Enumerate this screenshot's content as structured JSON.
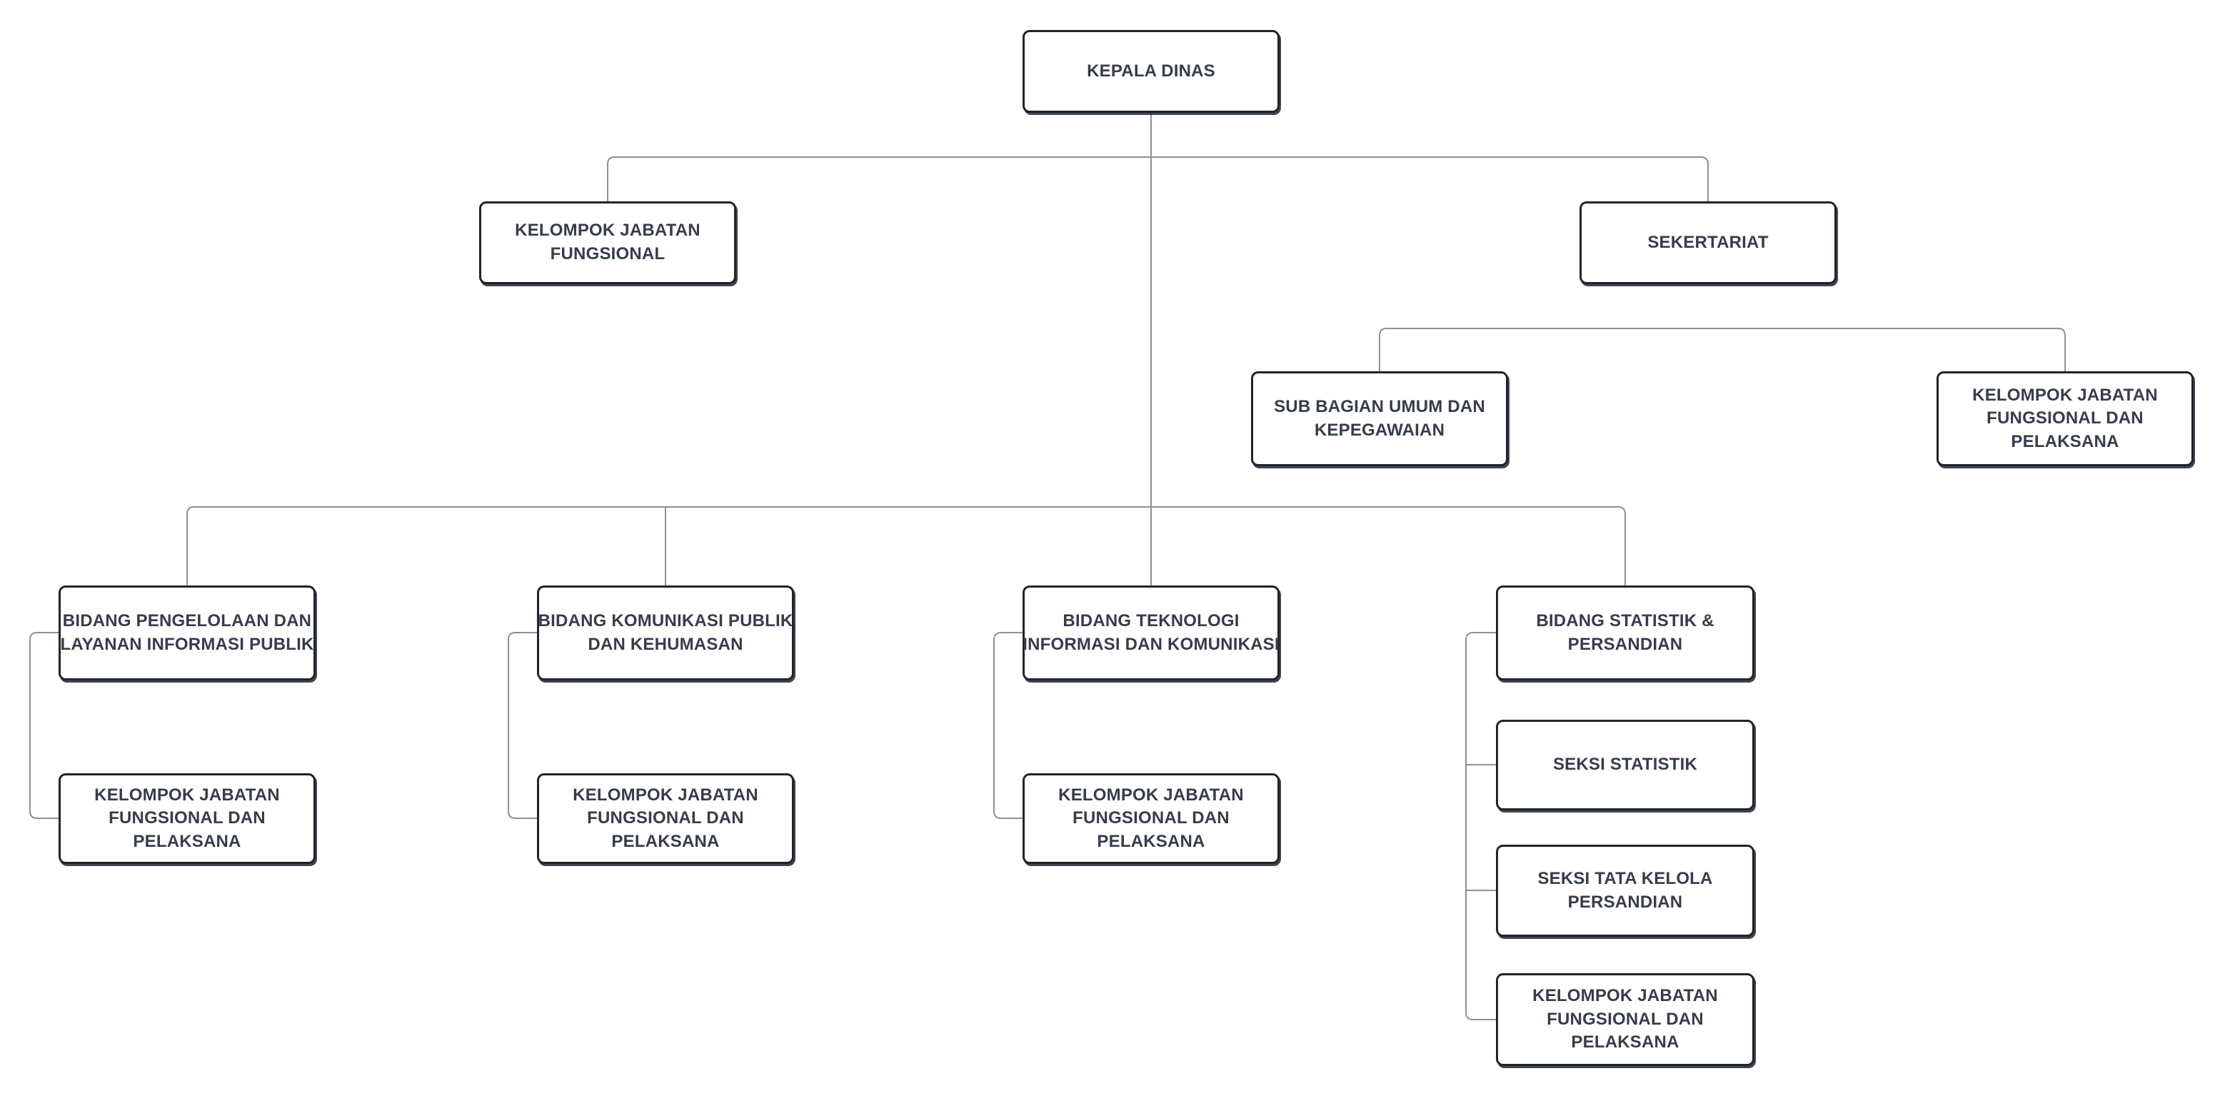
{
  "diagram": {
    "type": "org-chart",
    "colors": {
      "background": "#ffffff",
      "node_fill": "#ffffff",
      "node_border": "#20242d",
      "node_text": "#363d4a",
      "connector": "#8b919b"
    },
    "nodes": {
      "kepala_dinas": {
        "label": "KEPALA DINAS"
      },
      "kelompok_jabatan_fungsional": {
        "label": "KELOMPOK JABATAN\nFUNGSIONAL"
      },
      "sekertariat": {
        "label": "SEKERTARIAT"
      },
      "sub_bagian_umum_dan_kepegawaian": {
        "label": "SUB BAGIAN UMUM DAN\nKEPEGAWAIAN"
      },
      "kjfp_sekertariat": {
        "label": "KELOMPOK JABATAN\nFUNGSIONAL DAN\nPELAKSANA"
      },
      "bidang_pengelolaan": {
        "label": "BIDANG PENGELOLAAN DAN\nLAYANAN INFORMASI PUBLIK"
      },
      "bidang_komunikasi": {
        "label": "BIDANG KOMUNIKASI PUBLIK\nDAN KEHUMASAN"
      },
      "bidang_teknologi": {
        "label": "BIDANG TEKNOLOGI\nINFORMASI DAN KOMUNIKASI"
      },
      "bidang_statistik": {
        "label": "BIDANG STATISTIK &\nPERSANDIAN"
      },
      "kjfp_pengelolaan": {
        "label": "KELOMPOK JABATAN\nFUNGSIONAL DAN\nPELAKSANA"
      },
      "kjfp_komunikasi": {
        "label": "KELOMPOK JABATAN\nFUNGSIONAL DAN\nPELAKSANA"
      },
      "kjfp_teknologi": {
        "label": "KELOMPOK JABATAN\nFUNGSIONAL DAN\nPELAKSANA"
      },
      "seksi_statistik": {
        "label": "SEKSI STATISTIK"
      },
      "seksi_tata_kelola": {
        "label": "SEKSI TATA KELOLA\nPERSANDIAN"
      },
      "kjfp_statistik": {
        "label": "KELOMPOK JABATAN\nFUNGSIONAL DAN\nPELAKSANA"
      }
    },
    "edges": [
      {
        "from": "kepala_dinas",
        "to": "kelompok_jabatan_fungsional"
      },
      {
        "from": "kepala_dinas",
        "to": "sekertariat"
      },
      {
        "from": "sekertariat",
        "to": "sub_bagian_umum_dan_kepegawaian"
      },
      {
        "from": "sekertariat",
        "to": "kjfp_sekertariat"
      },
      {
        "from": "kepala_dinas",
        "to": "bidang_pengelolaan"
      },
      {
        "from": "kepala_dinas",
        "to": "bidang_komunikasi"
      },
      {
        "from": "kepala_dinas",
        "to": "bidang_teknologi"
      },
      {
        "from": "kepala_dinas",
        "to": "bidang_statistik"
      },
      {
        "from": "bidang_pengelolaan",
        "to": "kjfp_pengelolaan"
      },
      {
        "from": "bidang_komunikasi",
        "to": "kjfp_komunikasi"
      },
      {
        "from": "bidang_teknologi",
        "to": "kjfp_teknologi"
      },
      {
        "from": "bidang_statistik",
        "to": "seksi_statistik"
      },
      {
        "from": "bidang_statistik",
        "to": "seksi_tata_kelola"
      },
      {
        "from": "bidang_statistik",
        "to": "kjfp_statistik"
      }
    ]
  }
}
